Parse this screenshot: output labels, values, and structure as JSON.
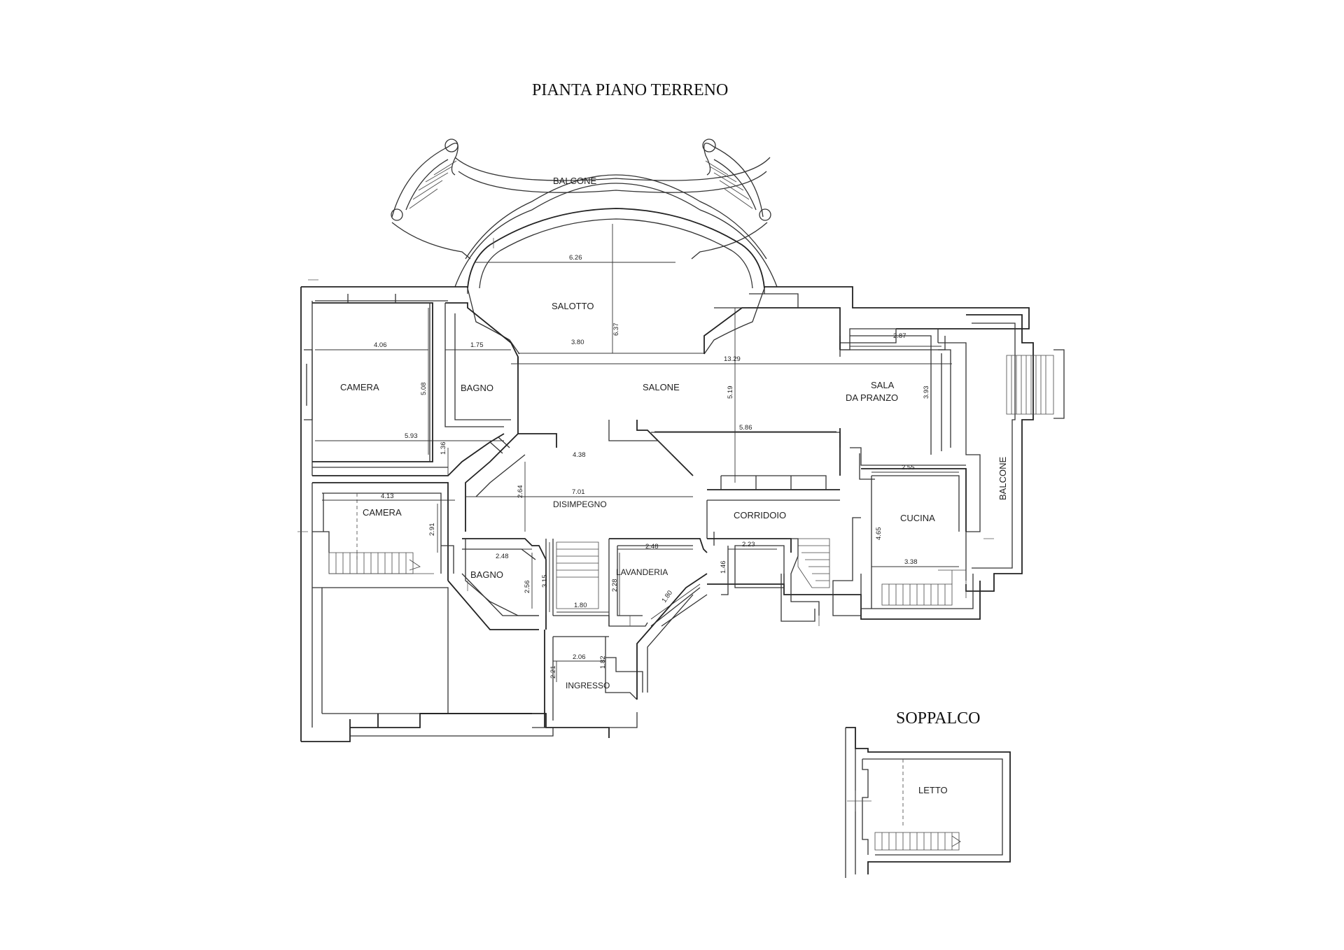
{
  "titles": {
    "main": "PIANTA PIANO  TERRENO",
    "loft": "SOPPALCO"
  },
  "rooms": {
    "balcone_top": "BALCONE",
    "salotto": "SALOTTO",
    "camera_1": "CAMERA",
    "bagno_1": "BAGNO",
    "salone": "SALONE",
    "sala_line1": "SALA",
    "sala_line2": "DA PRANZO",
    "balcone_right": "BALCONE",
    "camera_2": "CAMERA",
    "disimpegno": "DISIMPEGNO",
    "corridoio": "CORRIDOIO",
    "cucina": "CUCINA",
    "bagno_2": "BAGNO",
    "lavanderia": "LAVANDERIA",
    "ingresso": "INGRESSO",
    "letto": "LETTO"
  },
  "dimensions": {
    "salotto_width": "6.26",
    "salotto_depth": "6.37",
    "salotto_neck": "3.80",
    "camera1_width": "4.06",
    "camera1_depth": "5.08",
    "bagno1_width": "1.75",
    "salone_overall": "13.29",
    "salone_depth": "5.19",
    "sala_width": "2.87",
    "sala_depth": "3.93",
    "camera1_full": "5.93",
    "corridor_136": "1.36",
    "salone_lower": "5.86",
    "hall_438": "4.38",
    "disimpegno_width": "7.01",
    "disimpegno_depth": "2.64",
    "camera2_width": "4.13",
    "camera2_depth": "2.91",
    "cucina_width": "2.55",
    "cucina_depth": "4.65",
    "cucina_lower": "3.38",
    "bagno2_width": "2.48",
    "bagno2_depth": "2.56",
    "stair_315": "3.15",
    "stair_180": "1.80",
    "lav_width": "2.48",
    "lav_depth": "2.28",
    "lav_diag": "1.80",
    "corr_223": "2.23",
    "corr_146": "1.46",
    "ingresso_width": "2.06",
    "ingresso_depth": "1.82",
    "ingresso_221": "2.21"
  }
}
